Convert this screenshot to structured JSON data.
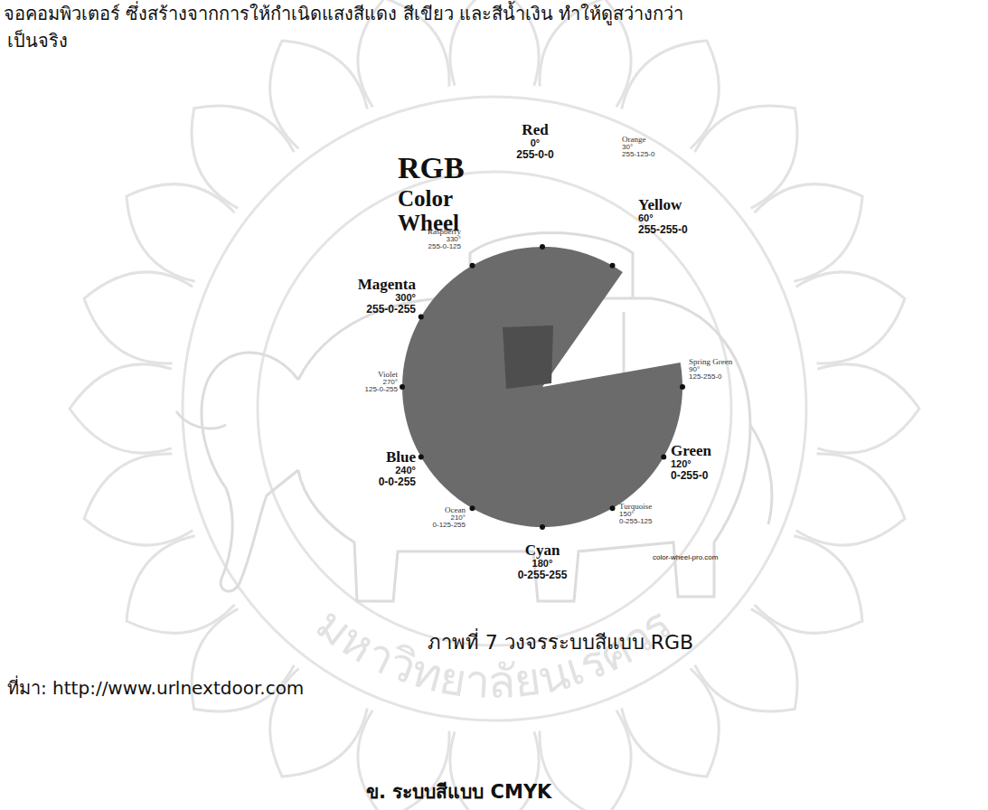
{
  "diagram": {
    "caption": "ภาพที่ 7 วงจรระบบสีแบบ RGB",
    "labels": [
      "จอคอมพิวเตอร์ ซึ่งสร้างจากการให้กำเนิดแสงสีแดง สีเขียว และสีน้ำเงิน ทำให้ดูสว่างกว่า",
      "เป็นจริง",
      "RGB",
      "Color",
      "Wheel",
      "Red",
      "0°",
      "255-0-0",
      "Orange",
      "30°",
      "255-125-0",
      "Raspberry",
      "330°",
      "255-0-125",
      "Magenta",
      "300°",
      "255-0-255",
      "Yellow",
      "60°",
      "255-255-0",
      "Spring Green",
      "90°",
      "125-255-0",
      "Violet",
      "270°",
      "125-0-255",
      "Green",
      "120°",
      "0-255-0",
      "Blue",
      "240°",
      "0-0-255",
      "Ocean",
      "210°",
      "0-125-255",
      "Turquoise",
      "150°",
      "0-255-125",
      "Cyan",
      "180°",
      "0-255-255",
      "color-wheel-pro.com",
      "ที่มา: http://www.urlnextdoor.com",
      "ข. ระบบสีแบบ CMYK",
      "มหาวิทยาลัยนเรศวร"
    ]
  }
}
